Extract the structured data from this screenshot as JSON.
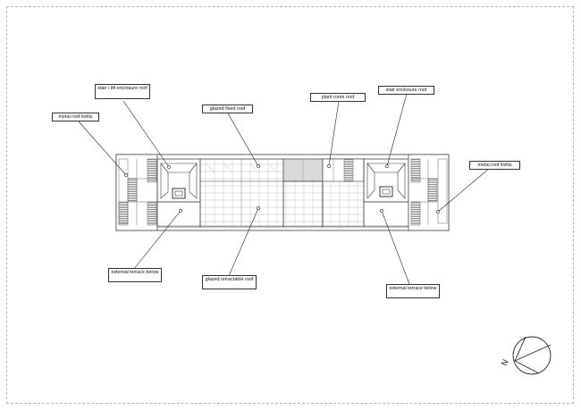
{
  "labels": {
    "metal_roof_trellis_left": "metal roof trellis",
    "stair_lift_enclosure_roof": "stair / lift enclosure roof",
    "glazed_fixed_roof": "glazed fixed roof",
    "plant_room_roof": "plant room roof",
    "stair_enclosure_roof": "stair enclosure roof",
    "metal_roof_trellis_right": "metal roof trellis",
    "external_terrace_below_left": "external terrace below",
    "glazed_retractable_roof": "glazed retractable roof",
    "external_terrace_below_right": "external terrace below",
    "north_arrow": "N"
  },
  "colors": {
    "line": "#3a3a3a",
    "hatch": "#7a7a7a",
    "light_fill": "#d9d9d9",
    "frame": "#b5b5b5"
  }
}
